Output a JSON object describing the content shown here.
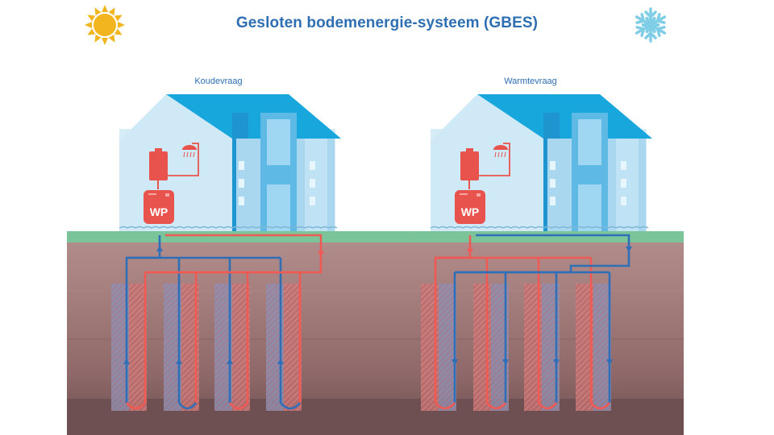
{
  "title": "Gesloten bodemenergie-systeem (GBES)",
  "houses": [
    {
      "label": "Koudevraag",
      "heat_pump_label": "WP",
      "mode": "cooling"
    },
    {
      "label": "Warmtevraag",
      "heat_pump_label": "WP",
      "mode": "heating"
    }
  ],
  "icons": {
    "left": "sun-icon",
    "right": "snowflake-icon"
  },
  "colors": {
    "title": "#2e6fb3",
    "label": "#2e6fb3",
    "sky_blue": "#18a7dd",
    "house_wall": "#d6edf8",
    "hot_pipe": "#ef5a55",
    "cold_pipe": "#2f6fb8",
    "grass": "#7bc49a",
    "soil": "#8d5f5f",
    "sun": "#f2b51d",
    "snow": "#7fcde7",
    "wp_body": "#e9534d"
  }
}
